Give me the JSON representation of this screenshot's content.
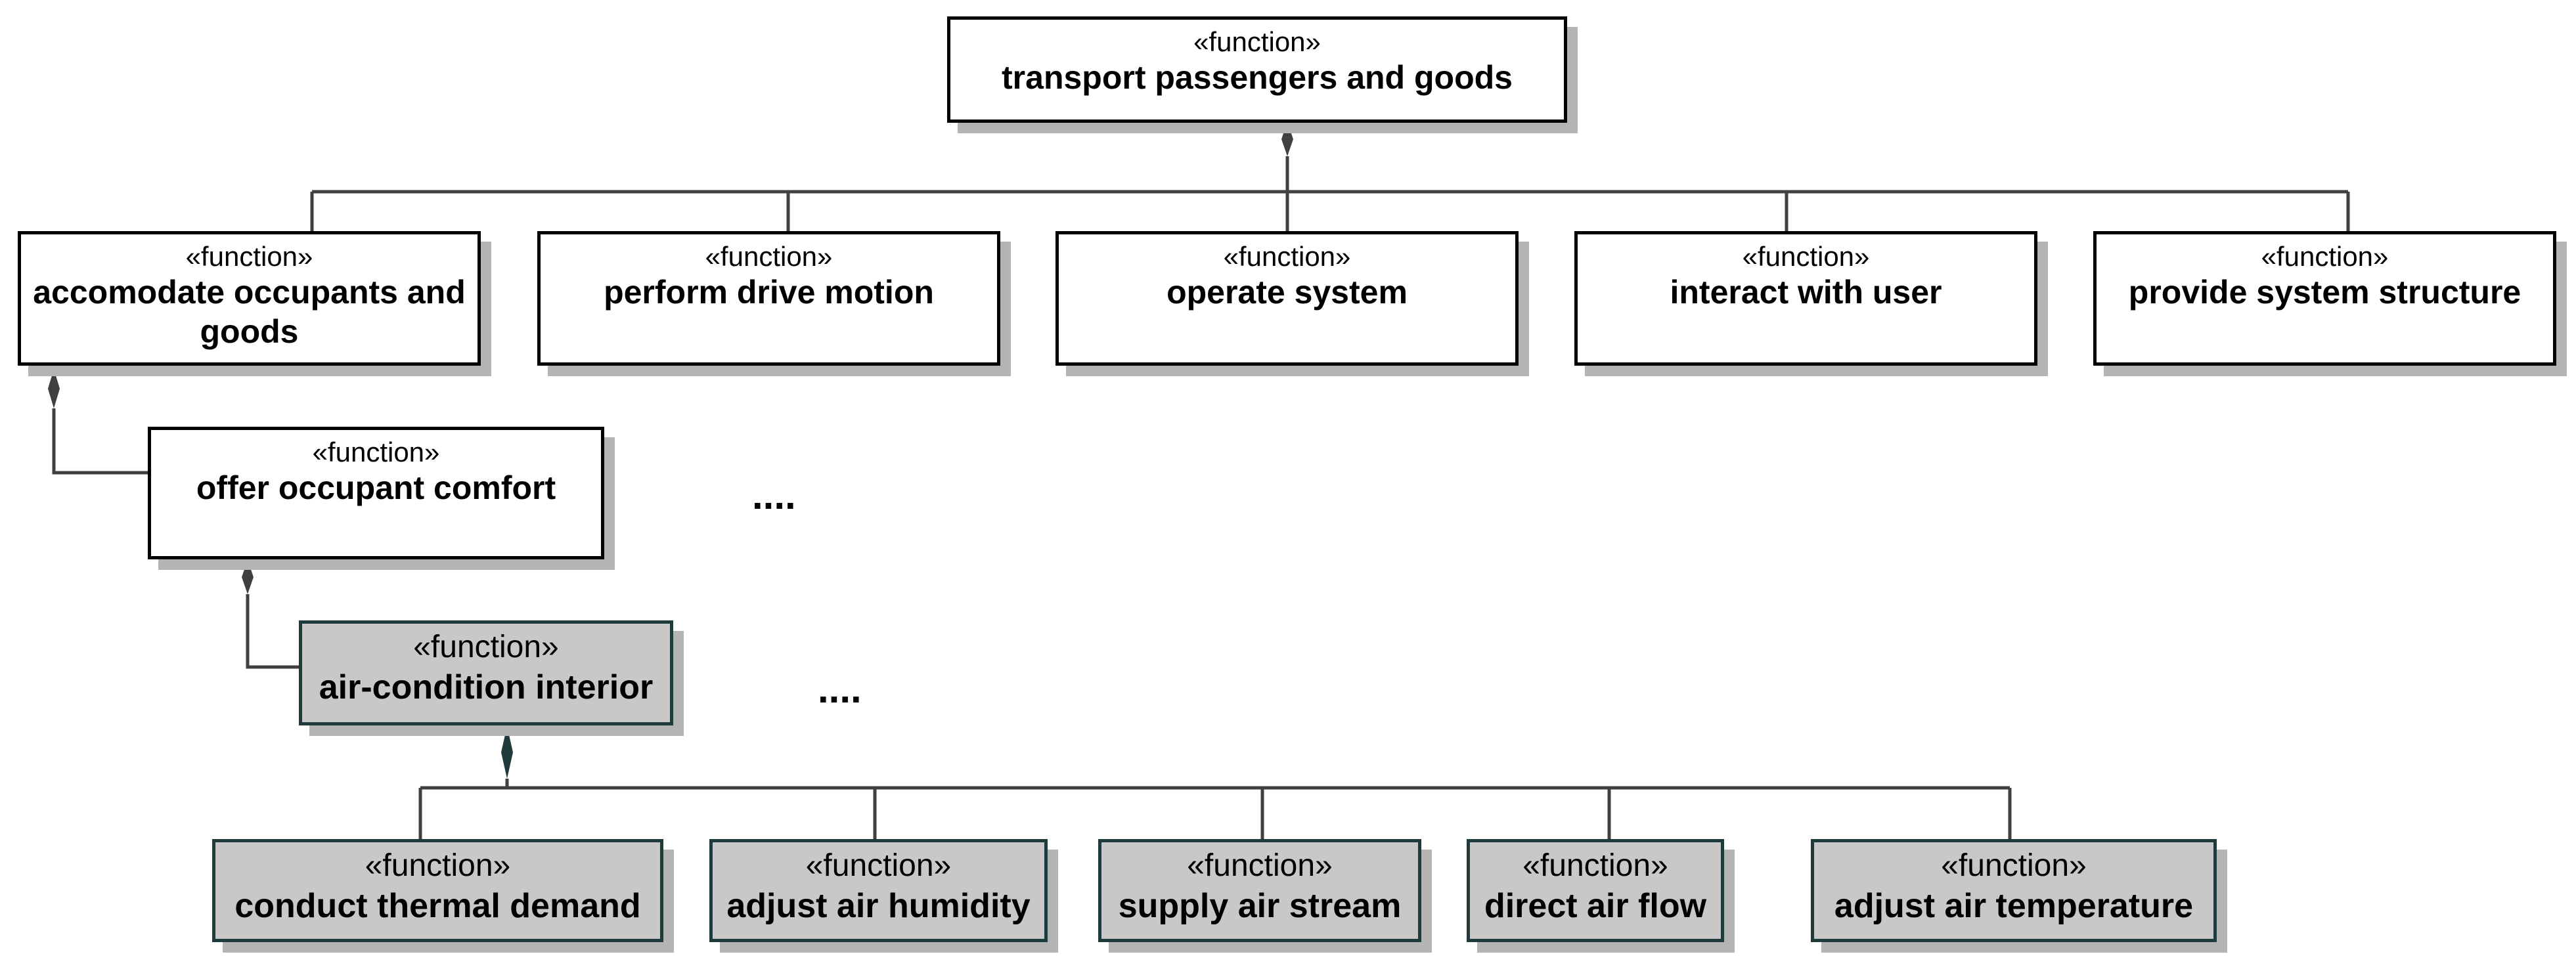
{
  "diagram": {
    "stereotype": "«function»",
    "root": {
      "name": "transport passengers and goods"
    },
    "level1": [
      {
        "name": "accomodate occupants and goods"
      },
      {
        "name": "perform drive motion"
      },
      {
        "name": "operate system"
      },
      {
        "name": "interact with user"
      },
      {
        "name": "provide system structure"
      }
    ],
    "level2": {
      "name": "offer occupant comfort"
    },
    "level3": {
      "name": "air-condition interior"
    },
    "level4": [
      {
        "name": "conduct thermal demand"
      },
      {
        "name": "adjust air humidity"
      },
      {
        "name": "supply air stream"
      },
      {
        "name": "direct air flow"
      },
      {
        "name": "adjust air temperature"
      }
    ],
    "ellipsis": [
      "....",
      "...."
    ],
    "colors": {
      "line": "#404040",
      "highlight_fill": "#c8c8c8",
      "highlight_border": "#1f3a3a",
      "shadow": "#b4b4b4"
    }
  }
}
